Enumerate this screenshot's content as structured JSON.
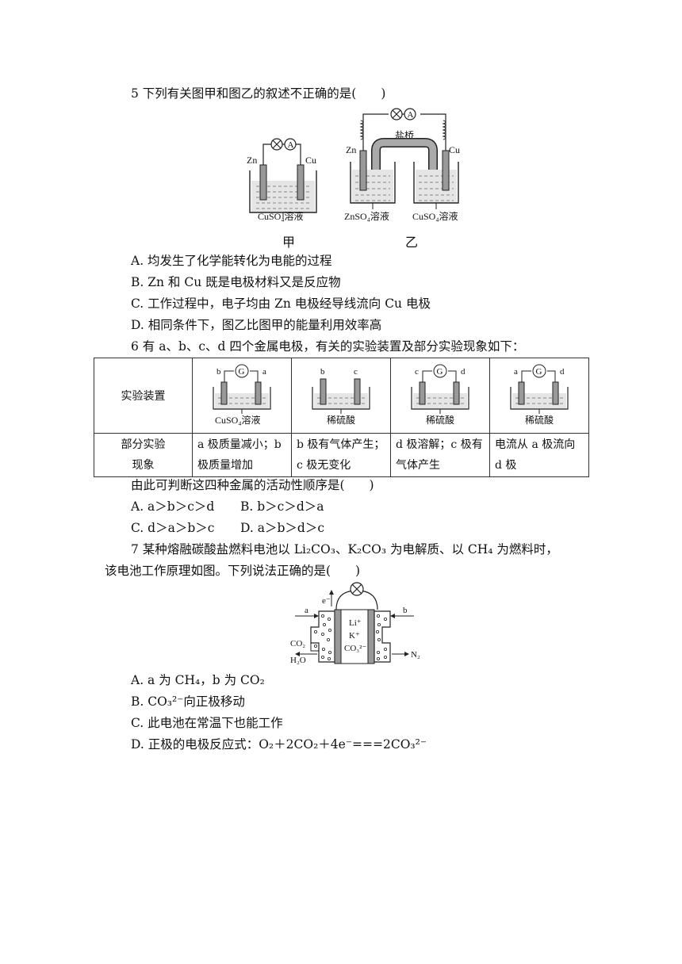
{
  "q5": {
    "stem": "5  下列有关图甲和图乙的叙述不正确的是(　　)",
    "fig": {
      "label_jia": "甲",
      "label_yi": "乙",
      "zn": "Zn",
      "cu": "Cu",
      "ammeter": "A",
      "salt_bridge": "盐桥",
      "cuso4": "CuSO₄溶液",
      "znso4": "ZnSO₄溶液"
    },
    "options": [
      "A.  均发生了化学能转化为电能的过程",
      "B. Zn 和 Cu 既是电极材料又是反应物",
      "C.  工作过程中，电子均由 Zn 电极经导线流向 Cu 电极",
      "D.  相同条件下，图乙比图甲的能量利用效率高"
    ]
  },
  "q6": {
    "stem": "6  有 a、b、c、d 四个金属电极，有关的实验装置及部分实验现象如下：",
    "table": {
      "row1_header": "实验装置",
      "row2_header_l1": "部分实验",
      "row2_header_l2": "现象",
      "apparatus": [
        {
          "left": "b",
          "right": "a",
          "meter": "G",
          "solution": "CuSO₄溶液"
        },
        {
          "left": "b",
          "right": "c",
          "meter": "",
          "solution": "稀硫酸"
        },
        {
          "left": "c",
          "right": "d",
          "meter": "G",
          "solution": "稀硫酸"
        },
        {
          "left": "a",
          "right": "d",
          "meter": "G",
          "solution": "稀硫酸"
        }
      ],
      "phenomena": [
        [
          "a 极质量减小；b",
          "极质量增加"
        ],
        [
          "b 极有气体产生；",
          "c 极无变化"
        ],
        [
          "d 极溶解；c 极有",
          "气体产生"
        ],
        [
          "电流从 a 极流向",
          "d 极"
        ]
      ]
    },
    "follow": "由此可判断这四种金属的活动性顺序是(　　)",
    "options_row1": [
      "A. a＞b＞c＞d",
      "B. b＞c＞d＞a"
    ],
    "options_row2": [
      "C. d＞a＞b＞c",
      "D. a＞b＞d＞c"
    ]
  },
  "q7": {
    "stem_l1": "7  某种熔融碳酸盐燃料电池以 Li₂CO₃、K₂CO₃ 为电解质、以 CH₄ 为燃料时，",
    "stem_l2": "该电池工作原理如图。下列说法正确的是(　　)",
    "fig": {
      "e": "e⁻",
      "a": "a",
      "b": "b",
      "li": "Li⁺",
      "k": "K⁺",
      "co3": "CO₃²⁻",
      "co2": "CO₂",
      "h2o": "H₂O",
      "n2": "N₂"
    },
    "options": [
      "A. a 为 CH₄，b 为 CO₂",
      "B. CO₃²⁻向正极移动",
      "C.  此电池在常温下也能工作",
      "D.  正极的电极反应式：O₂＋2CO₂＋4e⁻===2CO₃²⁻"
    ]
  }
}
